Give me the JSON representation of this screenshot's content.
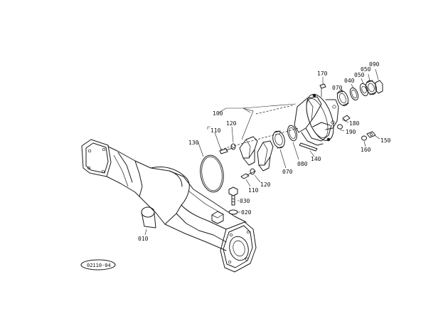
{
  "diagram": {
    "callouts": {
      "p170": "170",
      "p070_top": "070",
      "p040": "040",
      "p050_a": "050",
      "p050_b": "050",
      "p090": "090",
      "p100": "100",
      "p110_top": "110",
      "p120_top": "120",
      "p130": "130",
      "p180": "180",
      "p190": "190",
      "p150": "150",
      "p160": "160",
      "p140": "140",
      "p080": "080",
      "p070_mid": "070",
      "p120_low": "120",
      "p110_low": "110",
      "p030": "030",
      "p020": "020",
      "p010": "010"
    },
    "reference_code": "02110-04"
  }
}
